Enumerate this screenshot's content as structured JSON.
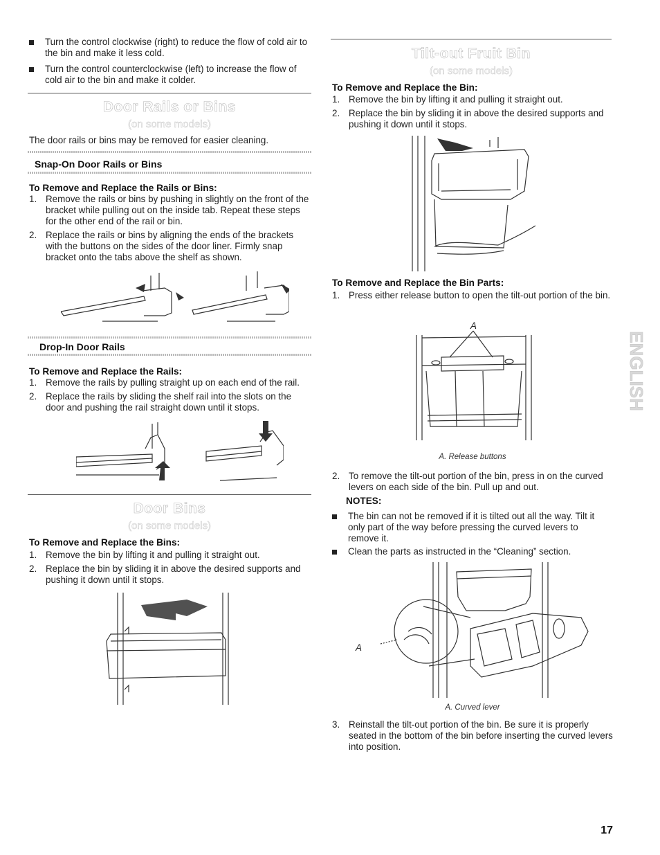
{
  "intro_bullets": [
    "Turn the control clockwise (right) to reduce the flow of cold air to the bin and make it less cold.",
    "Turn the control counterclockwise (left) to increase the flow of cold air to the bin and make it colder."
  ],
  "door_rails": {
    "title": "Door Rails or Bins",
    "subtitle": "(on some models)",
    "intro": "The door rails or bins may be removed for easier cleaning.",
    "snap_on": {
      "heading": "Snap-On Door Rails or Bins",
      "subheading": "To Remove and Replace the Rails or Bins:",
      "steps": [
        {
          "num": "1.",
          "text": "Remove the rails or bins by pushing in slightly on the front of the bracket while pulling out on the inside tab. Repeat these steps for the other end of the rail or bin."
        },
        {
          "num": "2.",
          "text": "Replace the rails or bins by aligning the ends of the brackets with the buttons on the sides of the door liner. Firmly snap bracket onto the tabs above the shelf as shown."
        }
      ]
    },
    "drop_in": {
      "heading": "Drop-In Door Rails",
      "subheading": "To Remove and Replace the Rails:",
      "steps": [
        {
          "num": "1.",
          "text": "Remove the rails by pulling straight up on each end of the rail."
        },
        {
          "num": "2.",
          "text": "Replace the rails by sliding the shelf rail into the slots on the door and pushing the rail straight down until it stops."
        }
      ]
    }
  },
  "door_bins": {
    "title": "Door Bins",
    "subtitle": "(on some models)",
    "subheading": "To Remove and Replace the Bins:",
    "steps": [
      {
        "num": "1.",
        "text": "Remove the bin by lifting it and pulling it straight out."
      },
      {
        "num": "2.",
        "text": "Replace the bin by sliding it in above the desired supports and pushing it down until it stops."
      }
    ]
  },
  "fruit_bin": {
    "title": "Tilt-out Fruit Bin",
    "subtitle": "(on some models)",
    "subheading": "To Remove and Replace the Bin:",
    "steps": [
      {
        "num": "1.",
        "text": "Remove the bin by lifting it and pulling it straight out."
      },
      {
        "num": "2.",
        "text": "Replace the bin by sliding it in above the desired supports and pushing it down until it stops."
      }
    ],
    "parts_subheading": "To Remove and Replace the Bin Parts:",
    "parts_step1": {
      "num": "1.",
      "text": "Press either release button to open the tilt-out portion of the bin."
    },
    "label_a": "A",
    "caption_release": "A. Release buttons",
    "parts_step2": {
      "num": "2.",
      "text": "To remove the tilt-out portion of the bin, press in on the curved levers on each side of the bin. Pull up and out."
    },
    "notes_heading": "NOTES:",
    "notes": [
      "The bin can not be removed if it is tilted out all the way. Tilt it only part of the way before pressing the curved levers to remove it.",
      "Clean the parts as instructed in the “Cleaning” section."
    ],
    "label_a2": "A",
    "caption_lever": "A. Curved lever",
    "parts_step3": {
      "num": "3.",
      "text": "Reinstall the tilt-out portion of the bin. Be sure it is properly seated in the bottom of the bin before inserting the curved levers into position."
    }
  },
  "side_tab": "ENGLISH",
  "page_number": "17"
}
